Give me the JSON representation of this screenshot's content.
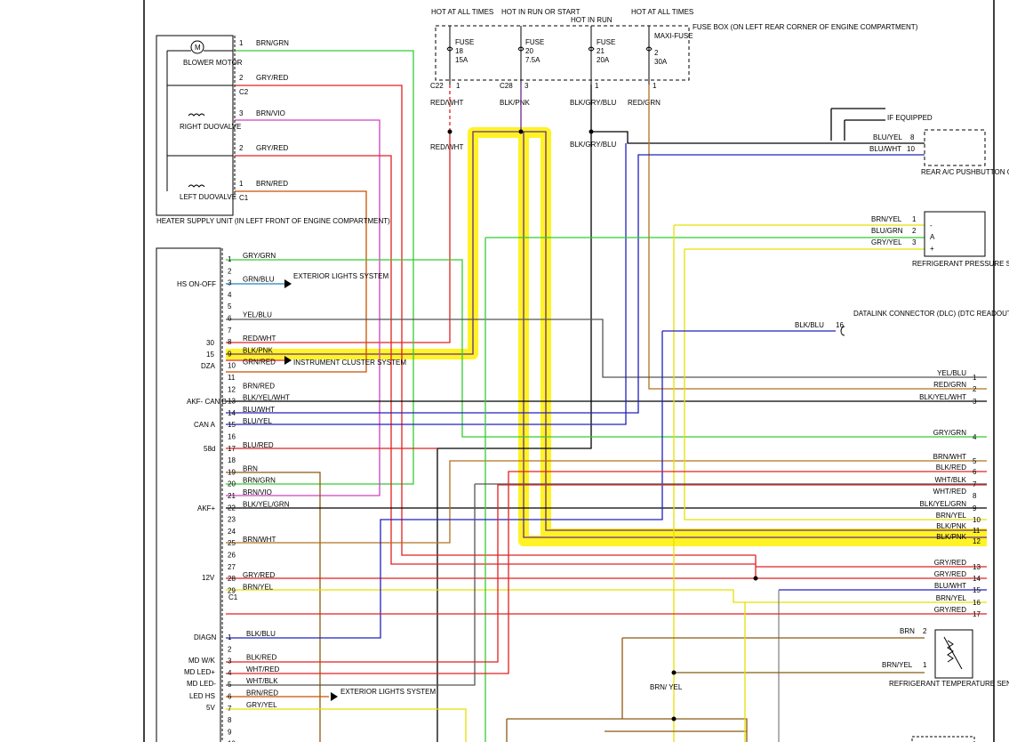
{
  "colors": {
    "yellow": "#e6e000",
    "green": "#33cc33",
    "red": "#e02020",
    "pink": "#d040c0",
    "orange": "#c85000",
    "brown": "#8b5a10",
    "violet": "#6a2a8a",
    "blue": "#2020c0",
    "gray": "#888888",
    "black": "#000000",
    "highlight": "#fff200"
  },
  "top": {
    "hot_at_all_times_1": "HOT AT ALL TIMES",
    "hot_in_run_or_start": "HOT IN RUN OR START",
    "hot_in_run": "HOT IN RUN",
    "hot_at_all_times_2": "HOT AT ALL TIMES",
    "fuse_box": "FUSE BOX (ON LEFT REAR CORNER OF ENGINE COMPARTMENT)",
    "fuses": [
      {
        "line1": "FUSE",
        "line2": "18",
        "line3": "15A"
      },
      {
        "line1": "FUSE",
        "line2": "20",
        "line3": "7.5A"
      },
      {
        "line1": "FUSE",
        "line2": "21",
        "line3": "20A"
      },
      {
        "line1": "MAXI-FUSE",
        "line2": "2",
        "line3": "30A"
      }
    ],
    "conn_c22": "C22",
    "conn_c28": "C28",
    "pin1": "1",
    "pin3": "3",
    "pin1b": "1",
    "pin1c": "1",
    "wire_red_wht": "RED/WHT",
    "wire_blk_pnk": "BLK/PNK",
    "wire_blk_gry_blu": "BLK/GRY/BLU",
    "wire_red_grn": "RED/GRN",
    "if_equipped": "IF EQUIPPED"
  },
  "heater": {
    "blower_motor": "BLOWER MOTOR",
    "right_duovalve": "RIGHT DUOVALVE",
    "left_duovalve": "LEFT DUOVALVE",
    "unit_label": "HEATER SUPPLY UNIT (IN LEFT FRONT OF ENGINE COMPARTMENT)",
    "c2": "C2",
    "c1": "C1",
    "pins": [
      {
        "pin": "1",
        "wire": "BRN/GRN"
      },
      {
        "pin": "2",
        "wire": "GRY/RED"
      },
      {
        "pin": "3",
        "wire": "BRN/VIO"
      },
      {
        "pin": "2",
        "wire": "GRY/RED"
      },
      {
        "pin": "1",
        "wire": "BRN/RED"
      }
    ]
  },
  "module": {
    "labels": {
      "hs_on_off": "HS ON-OFF",
      "p30": "30",
      "p15": "15",
      "dza": "DZA",
      "akf_can_b": "AKF- CAN B",
      "can_a": "CAN A",
      "p58d": "58d",
      "akf_plus": "AKF+",
      "p12v": "12V",
      "diagn": "DIAGN",
      "md_wk": "MD W/K",
      "md_led_plus": "MD LED+",
      "md_led_minus": "MD LED-",
      "led_hs": "LED HS",
      "p5v": "5V",
      "c1": "C1"
    },
    "c1_pins": [
      {
        "pin": "1",
        "wire": "GRY/GRN"
      },
      {
        "pin": "2",
        "wire": ""
      },
      {
        "pin": "3",
        "wire": "GRN/BLU"
      },
      {
        "pin": "4",
        "wire": ""
      },
      {
        "pin": "5",
        "wire": ""
      },
      {
        "pin": "6",
        "wire": "YEL/BLU"
      },
      {
        "pin": "7",
        "wire": ""
      },
      {
        "pin": "8",
        "wire": "RED/WHT"
      },
      {
        "pin": "9",
        "wire": "BLK/PNK"
      },
      {
        "pin": "10",
        "wire": "GRN/RED"
      },
      {
        "pin": "11",
        "wire": ""
      },
      {
        "pin": "12",
        "wire": "BRN/RED"
      },
      {
        "pin": "13",
        "wire": "BLK/YEL/WHT"
      },
      {
        "pin": "14",
        "wire": "BLU/WHT"
      },
      {
        "pin": "15",
        "wire": "BLU/YEL"
      },
      {
        "pin": "16",
        "wire": ""
      },
      {
        "pin": "17",
        "wire": "BLU/RED"
      },
      {
        "pin": "18",
        "wire": ""
      },
      {
        "pin": "19",
        "wire": "BRN"
      },
      {
        "pin": "20",
        "wire": "BRN/GRN"
      },
      {
        "pin": "21",
        "wire": "BRN/VIO"
      },
      {
        "pin": "22",
        "wire": "BLK/YEL/GRN"
      },
      {
        "pin": "23",
        "wire": ""
      },
      {
        "pin": "24",
        "wire": ""
      },
      {
        "pin": "25",
        "wire": "BRN/WHT"
      },
      {
        "pin": "26",
        "wire": ""
      },
      {
        "pin": "27",
        "wire": ""
      },
      {
        "pin": "28",
        "wire": "GRY/RED"
      },
      {
        "pin": "29",
        "wire": "BRN/YEL"
      }
    ],
    "c2_pins": [
      {
        "pin": "1",
        "wire": "BLK/BLU"
      },
      {
        "pin": "2",
        "wire": ""
      },
      {
        "pin": "3",
        "wire": "BLK/RED"
      },
      {
        "pin": "4",
        "wire": "WHT/RED"
      },
      {
        "pin": "5",
        "wire": "WHT/BLK"
      },
      {
        "pin": "6",
        "wire": "BRN/RED"
      },
      {
        "pin": "7",
        "wire": "GRY/YEL"
      },
      {
        "pin": "8",
        "wire": ""
      },
      {
        "pin": "9",
        "wire": ""
      },
      {
        "pin": "10",
        "wire": ""
      }
    ],
    "ext_lights": "EXTERIOR LIGHTS SYSTEM",
    "instrument_cluster": "INSTRUMENT CLUSTER SYSTEM",
    "ext_lights_2": "EXTERIOR LIGHTS SYSTEM"
  },
  "right": {
    "rear_ac": {
      "label": "REAR A/C PUSHBUTTON CONTROL MODULE",
      "pins": [
        {
          "wire": "BLU/YEL",
          "pin": "8"
        },
        {
          "wire": "BLU/WHT",
          "pin": "10"
        }
      ]
    },
    "pressure": {
      "label": "REFRIGERANT PRESSURE SENSOR (IN LEFT FRONT CORNER OF ENGINE COMPARTMENT)",
      "pins": [
        {
          "wire": "BRN/YEL",
          "pin": "1",
          "sym": "-"
        },
        {
          "wire": "BLU/GRN",
          "pin": "2",
          "sym": "A"
        },
        {
          "wire": "GRY/YEL",
          "pin": "3",
          "sym": "+"
        }
      ]
    },
    "dlc": {
      "label": "DATALINK CONNECTOR (DLC) (DTC READOUT) (PARTIAL) (ON RIGHT SIDE OF ENGINE COMPARTMENT)",
      "wire": "BLK/BLU",
      "pin": "16"
    },
    "right_conn": [
      {
        "wire": "YEL/BLU",
        "pin": "1"
      },
      {
        "wire": "RED/GRN",
        "pin": "2"
      },
      {
        "wire": "BLK/YEL/WHT",
        "pin": "3"
      },
      {
        "wire": "GRY/GRN",
        "pin": "4"
      },
      {
        "wire": "BRN/WHT",
        "pin": "5"
      },
      {
        "wire": "BLK/RED",
        "pin": "6"
      },
      {
        "wire": "WHT/BLK",
        "pin": "7"
      },
      {
        "wire": "WHT/RED",
        "pin": "8"
      },
      {
        "wire": "BLK/YEL/GRN",
        "pin": "9"
      },
      {
        "wire": "BRN/YEL",
        "pin": "10"
      },
      {
        "wire": "BLK/PNK",
        "pin": "11"
      },
      {
        "wire": "BLK/PNK",
        "pin": "12"
      },
      {
        "wire": "GRY/RED",
        "pin": "13"
      },
      {
        "wire": "GRY/RED",
        "pin": "14"
      },
      {
        "wire": "BLU/WHT",
        "pin": "15"
      },
      {
        "wire": "BRN/YEL",
        "pin": "16"
      },
      {
        "wire": "GRY/RED",
        "pin": "17"
      }
    ],
    "temp": {
      "label": "REFRIGERANT TEMPERATURE SENSOR (IN LEFT FRONT CORNER OF ENGINE COMPARTMENT)",
      "pins": [
        {
          "wire": "BRN",
          "pin": "2"
        },
        {
          "wire": "BRN/YEL",
          "pin": "1"
        }
      ]
    },
    "brn_yel_vertical": "BRN/ YEL"
  }
}
